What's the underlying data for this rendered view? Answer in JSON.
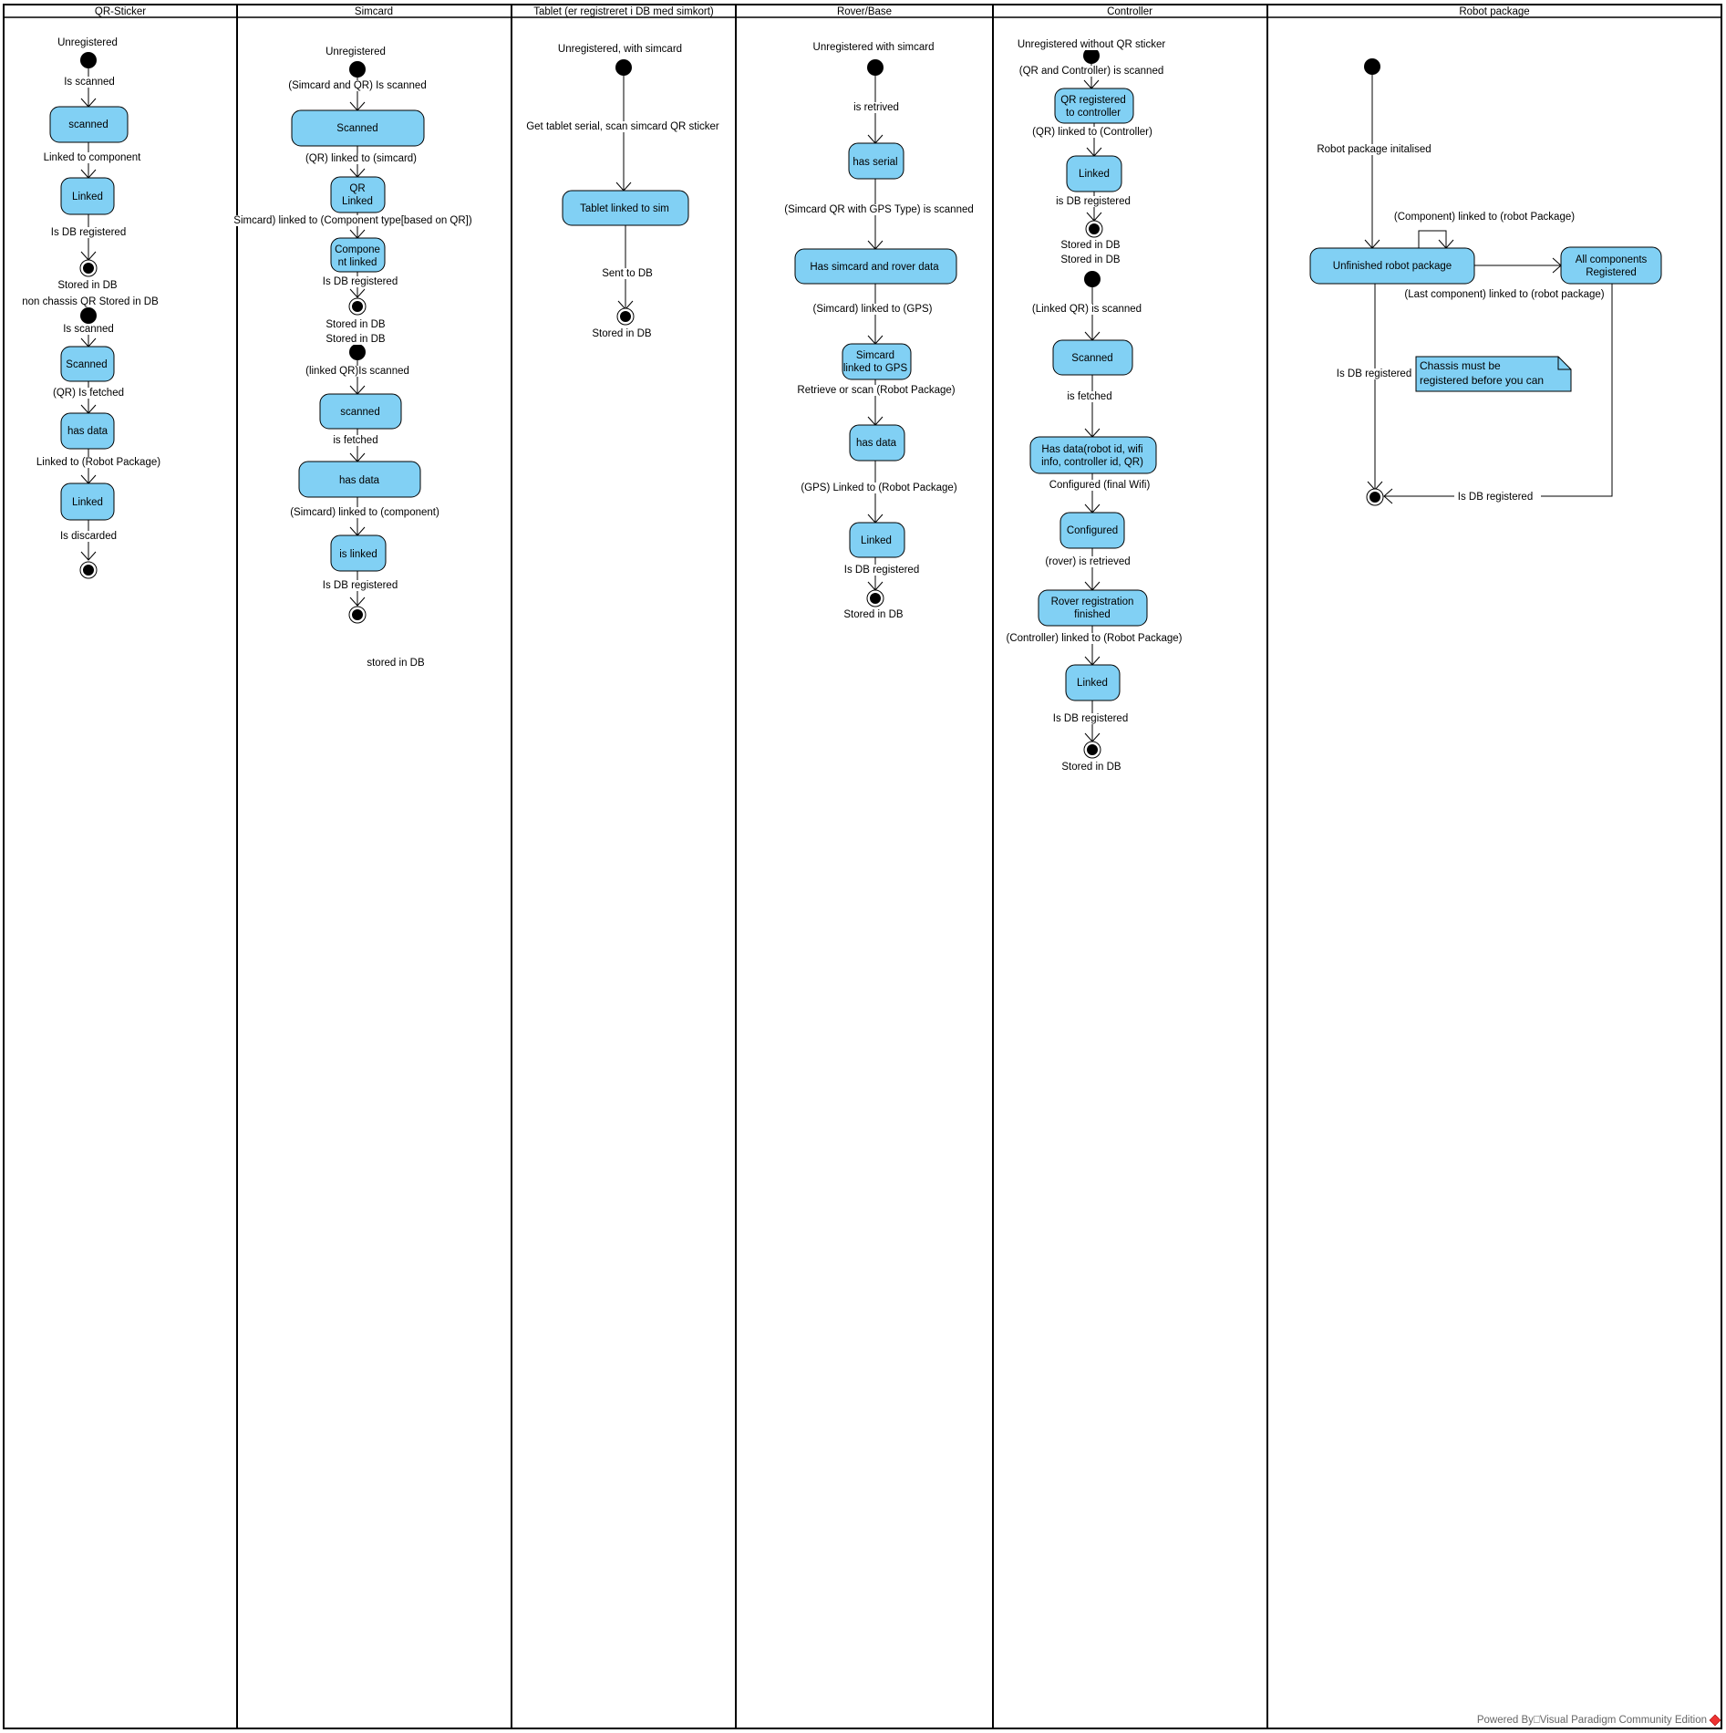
{
  "colors": {
    "state_fill": "#81d0f4",
    "stroke": "#000000",
    "note_fill": "#81d0f4",
    "background": "#ffffff"
  },
  "lanes": [
    {
      "title": "QR-Sticker"
    },
    {
      "title": "Simcard"
    },
    {
      "title": "Tablet (er registreret i DB med simkort)"
    },
    {
      "title": "Rover/Base"
    },
    {
      "title": "Controller"
    },
    {
      "title": "Robot package"
    }
  ],
  "states": {
    "qr_scanned_1": [
      "scanned"
    ],
    "qr_linked_1": [
      "Linked"
    ],
    "qr_scanned_2": [
      "Scanned"
    ],
    "qr_has_data": [
      "has data"
    ],
    "qr_linked_2": [
      "Linked"
    ],
    "sim_scanned_1": [
      "Scanned"
    ],
    "sim_qr_linked": [
      "QR",
      "Linked"
    ],
    "sim_component_linked": [
      "Compone",
      "nt linked"
    ],
    "sim_scanned_2": [
      "scanned"
    ],
    "sim_has_data": [
      "has data"
    ],
    "sim_is_linked": [
      "is linked"
    ],
    "tab_linked": [
      "Tablet  linked to sim"
    ],
    "rov_has_serial": [
      "has serial"
    ],
    "rov_has_simcard_rover": [
      "Has simcard and rover data"
    ],
    "rov_simcard_gps": [
      "Simcard",
      "linked to GPS"
    ],
    "rov_has_data": [
      "has data"
    ],
    "rov_linked": [
      "Linked"
    ],
    "ctl_qr_registered": [
      "QR registered",
      "to controller"
    ],
    "ctl_linked_1": [
      "Linked"
    ],
    "ctl_scanned": [
      "Scanned"
    ],
    "ctl_has_data": [
      "Has data(robot id, wifi",
      "info, controller id, QR)"
    ],
    "ctl_configured": [
      "Configured"
    ],
    "ctl_rover_finished": [
      "Rover registration",
      "finished"
    ],
    "ctl_linked_2": [
      "Linked"
    ],
    "rp_unfinished": [
      "Unfinished robot package"
    ],
    "rp_all_registered": [
      "All components",
      "Registered"
    ]
  },
  "labels": {
    "qr_unregistered": "Unregistered",
    "qr_is_scanned_1": "Is scanned",
    "qr_linked_to_component": "Linked to component",
    "qr_is_db_registered": "Is DB registered",
    "qr_stored_in_db": "Stored in DB",
    "qr_non_chassis": "non chassis QR Stored in DB",
    "qr_is_scanned_2": "Is scanned",
    "qr_is_fetched": "(QR) Is fetched",
    "qr_linked_to_robot": "Linked to (Robot Package)",
    "qr_is_discarded": "Is discarded",
    "sim_unregistered": "Unregistered",
    "sim_simcard_qr_scanned": "(Simcard and QR) Is scanned",
    "sim_qr_linked_to_simcard": "(QR) linked to (simcard)",
    "sim_linked_to_component_type": "Simcard) linked to (Component type[based on QR])",
    "sim_is_db_registered_1": "Is DB registered",
    "sim_stored_in_db_1": "Stored in DB",
    "sim_stored_in_db_2": "Stored in DB",
    "sim_linked_qr_scanned": "(linked QR)Is scanned",
    "sim_is_fetched": "is fetched",
    "sim_linked_to_component": "(Simcard) linked to (component)",
    "sim_is_db_registered_2": "Is DB registered",
    "sim_stored_in_db_3": "stored in DB",
    "tab_unregistered": "Unregistered, with simcard",
    "tab_get_serial": "Get tablet serial, scan simcard QR sticker",
    "tab_sent_to_db": "Sent to DB",
    "tab_stored_in_db": "Stored in DB",
    "rov_unregistered": "Unregistered with simcard",
    "rov_is_retrived": "is retrived",
    "rov_simcard_qr_gps": "(Simcard QR with GPS Type) is scanned",
    "rov_simcard_linked_gps": "(Simcard) linked to (GPS)",
    "rov_retrieve_scan": "Retrieve or scan (Robot Package)",
    "rov_gps_linked_robot": "(GPS) Linked to (Robot Package)",
    "rov_is_db_registered": "Is DB registered",
    "rov_stored_in_db": "Stored in DB",
    "ctl_unregistered": "Unregistered without QR sticker",
    "ctl_qr_controller_scanned": "(QR and Controller) is scanned",
    "ctl_qr_linked_controller": "(QR) linked to (Controller)",
    "ctl_is_db_registered_1": "is DB registered",
    "ctl_stored_in_db_1": "Stored in DB",
    "ctl_stored_in_db_2": "Stored in DB",
    "ctl_linked_qr_scanned": "(Linked QR) is scanned",
    "ctl_is_fetched": "is fetched",
    "ctl_configured_wifi": "Configured (final Wifi)",
    "ctl_rover_retrieved": "(rover) is retrieved",
    "ctl_controller_linked_robot": "(Controller) linked to (Robot Package)",
    "ctl_is_db_registered_2": "Is DB registered",
    "ctl_stored_in_db_3": "Stored in DB",
    "rp_initialised": "Robot package initalised",
    "rp_component_linked": "(Component) linked to (robot Package)",
    "rp_last_component": "(Last component) linked to (robot package)",
    "rp_is_db_registered_left": "Is DB registered",
    "rp_is_db_registered_bottom": "Is DB registered"
  },
  "note": {
    "lines": [
      "Chassis must be",
      "registered before you can"
    ]
  },
  "footer": {
    "watermark": "Powered By⎕Visual Paradigm Community Edition"
  }
}
